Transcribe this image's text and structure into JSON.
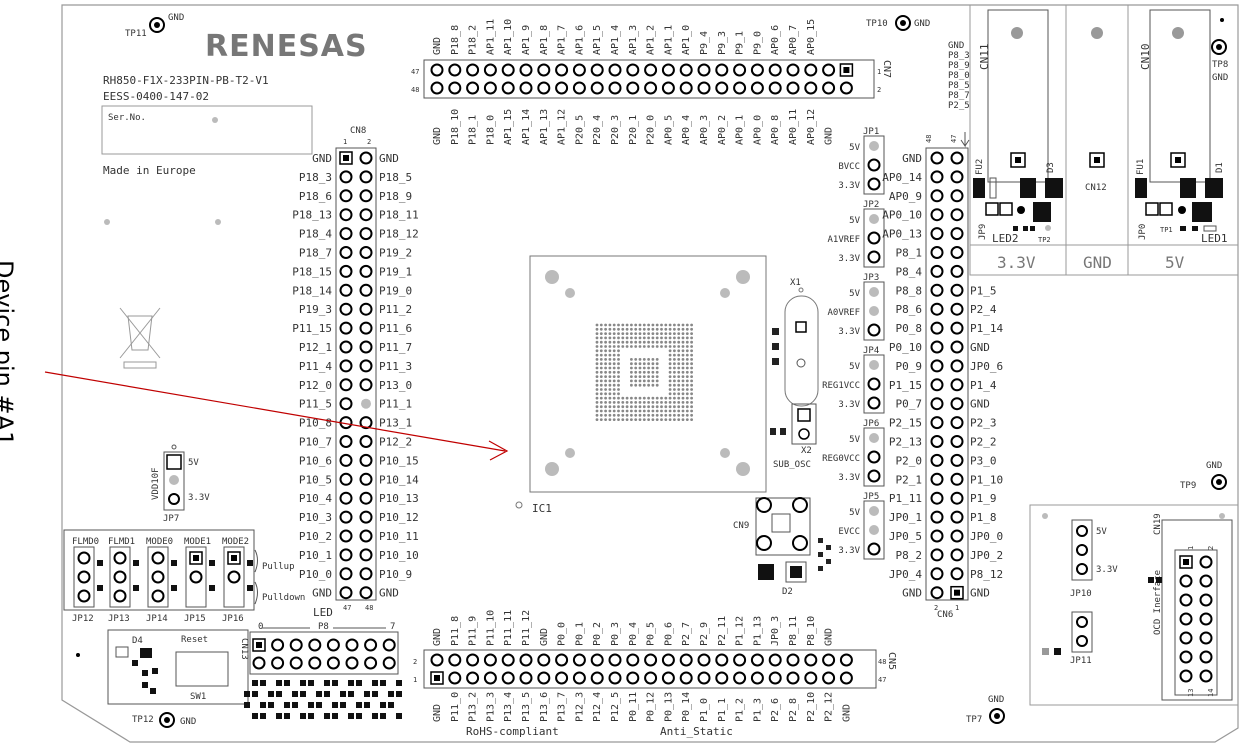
{
  "title": "",
  "brand": "RENESAS",
  "board_name": "RH850-F1X-233PIN-PB-T2-V1",
  "board_id": "EESS-0400-147-02",
  "serial_label": "Ser.No.",
  "made_in": "Made in Europe",
  "callout": "Device pin #A1",
  "ic_label": "IC1",
  "rohs": "RoHS-compliant",
  "anti_static": "Anti_Static",
  "gnd": "GND",
  "test_points": {
    "tp7": "TP7",
    "tp8": "TP8",
    "tp9": "TP9",
    "tp10": "TP10",
    "tp11": "TP11",
    "tp12": "TP12"
  },
  "cn7": {
    "name": "CN7",
    "top_labels": [
      "GND",
      "P18_8",
      "P18_2",
      "AP1_11",
      "AP1_10",
      "AP1_9",
      "AP1_8",
      "AP1_7",
      "AP1_6",
      "AP1_5",
      "AP1_4",
      "AP1_3",
      "AP1_2",
      "AP1_1",
      "AP1_0",
      "P9_4",
      "P9_3",
      "P9_1",
      "P9_0",
      "AP0_6",
      "AP0_7",
      "AP0_15"
    ],
    "bottom_labels": [
      "GND",
      "P18_10",
      "P18_1",
      "P18_0",
      "AP1_15",
      "AP1_14",
      "AP1_13",
      "AP1_12",
      "P20_5",
      "P20_4",
      "P20_3",
      "P20_1",
      "P20_0",
      "AP0_5",
      "AP0_4",
      "AP0_3",
      "AP0_2",
      "AP0_1",
      "AP0_0",
      "AP0_8",
      "AP0_11",
      "AP0_12",
      "GND"
    ],
    "pin_left_top": "47",
    "pin_left_bottom": "48",
    "pin_right_top": "1",
    "pin_right_bottom": "2"
  },
  "cn8": {
    "name": "CN8",
    "left": [
      "GND",
      "P18_3",
      "P18_6",
      "P18_13",
      "P18_4",
      "P18_7",
      "P18_15",
      "P18_14",
      "P19_3",
      "P11_15",
      "P12_1",
      "P11_4",
      "P12_0",
      "P11_5",
      "P10_8",
      "P10_7",
      "P10_6",
      "P10_5",
      "P10_4",
      "P10_3",
      "P10_2",
      "P10_1",
      "P10_0",
      "GND"
    ],
    "right": [
      "GND",
      "P18_5",
      "P18_9",
      "P18_11",
      "P18_12",
      "P19_2",
      "P19_1",
      "P19_0",
      "P11_2",
      "P11_6",
      "P11_7",
      "P11_3",
      "P13_0",
      "P11_1",
      "P13_1",
      "P12_2",
      "P10_15",
      "P10_14",
      "P10_13",
      "P10_12",
      "P10_11",
      "P10_10",
      "P10_9",
      "GND"
    ],
    "top_pins": [
      "1",
      "2"
    ],
    "bottom_pins": [
      "47",
      "48"
    ]
  },
  "cn6": {
    "name": "CN6",
    "left": [
      "GND",
      "AP0_14",
      "AP0_9",
      "AP0_10",
      "AP0_13",
      "P8_1",
      "P8_4",
      "P8_8",
      "P8_6",
      "P0_8",
      "P0_10",
      "P0_9",
      "P1_15",
      "P0_7",
      "P2_15",
      "P2_13",
      "P2_0",
      "P2_1",
      "P1_11",
      "JP0_1",
      "JP0_5",
      "P8_2",
      "JP0_4",
      "GND"
    ],
    "right": [
      "P1_5",
      "P2_4",
      "P1_14",
      "GND",
      "JP0_6",
      "P1_4",
      "GND",
      "P2_3",
      "P2_2",
      "P3_0",
      "P1_10",
      "P1_9",
      "P1_8",
      "JP0_0",
      "JP0_2",
      "P8_12",
      "GND"
    ],
    "top_right_labels": [
      "GND",
      "P8_3",
      "P8_9",
      "P8_0",
      "P8_5",
      "P8_7",
      "P2_5"
    ],
    "pin_a": "48",
    "pin_b": "47",
    "pin_c": "2",
    "pin_d": "1"
  },
  "cn5": {
    "name": "CN5",
    "top_labels": [
      "GND",
      "P11_8",
      "P11_9",
      "P11_10",
      "P11_11",
      "P11_12",
      "GND",
      "P0_0",
      "P0_1",
      "P0_2",
      "P0_3",
      "P0_4",
      "P0_5",
      "P0_6",
      "P2_7",
      "P2_9",
      "P2_11",
      "P1_12",
      "P1_13",
      "JP0_3",
      "P8_11",
      "P8_10",
      "GND"
    ],
    "bottom_labels": [
      "GND",
      "P11_0",
      "P13_2",
      "P13_3",
      "P13_4",
      "P13_5",
      "P13_6",
      "P13_7",
      "P12_3",
      "P12_4",
      "P12_5",
      "P0_11",
      "P0_12",
      "P0_13",
      "P0_14",
      "P1_0",
      "P1_1",
      "P1_2",
      "P1_3",
      "P2_6",
      "P2_8",
      "P2_10",
      "P2_12",
      "GND"
    ],
    "pin_top_left": "2",
    "pin_bottom_left": "1",
    "pin_top_right": "48",
    "pin_bottom_right": "47"
  },
  "jumpers": {
    "jp1": {
      "name": "JP1",
      "top": "5V",
      "mid": "BVCC",
      "bot": "3.3V"
    },
    "jp2": {
      "name": "JP2",
      "top": "5V",
      "mid": "A1VREF",
      "bot": "3.3V"
    },
    "jp3": {
      "name": "JP3",
      "top": "5V",
      "mid": "A0VREF",
      "bot": "3.3V"
    },
    "jp4": {
      "name": "JP4",
      "top": "5V",
      "mid": "REG1VCC",
      "bot": "3.3V"
    },
    "jp6": {
      "name": "JP6",
      "top": "5V",
      "mid": "REG0VCC",
      "bot": "3.3V"
    },
    "jp5": {
      "name": "JP5",
      "top": "5V",
      "mid": "EVCC",
      "bot": "3.3V"
    },
    "jp7": {
      "name": "JP7",
      "top": "5V",
      "mid": "VDD10F",
      "bot": "3.3V"
    },
    "jp10": {
      "name": "JP10",
      "top": "5V",
      "bot": "3.3V"
    },
    "jp11": {
      "name": "JP11"
    }
  },
  "mode_block": {
    "labels": [
      "FLMD0",
      "FLMD1",
      "MODE0",
      "MODE1",
      "MODE2"
    ],
    "jumpers": [
      "JP12",
      "JP13",
      "JP14",
      "JP15",
      "JP16"
    ],
    "pullup": "Pullup",
    "pulldown": "Pulldown"
  },
  "led_block": {
    "title": "LED",
    "range_start": "0",
    "port": "P8",
    "range_end": "7",
    "cn13": "CN13"
  },
  "reset": {
    "d4": "D4",
    "label": "Reset",
    "sw": "SW1"
  },
  "crystal": {
    "x1": "X1",
    "x2": "X2",
    "sub_osc": "SUB_OSC"
  },
  "cn9": "CN9",
  "d2": "D2",
  "power": {
    "cn11": "CN11",
    "cn10": "CN10",
    "cn12": "CN12",
    "fu1": "FU1",
    "fu2": "FU2",
    "d1": "D1",
    "d3": "D3",
    "led1": "LED1",
    "led2": "LED2",
    "tp1": "TP1",
    "tp2": "TP2",
    "jp0": "JP0",
    "jp9": "JP9",
    "v33": "3.3V",
    "gnd": "GND",
    "v5": "5V"
  },
  "ocd": {
    "cn19": "CN19",
    "label": "OCD Inerface",
    "pins": [
      "1",
      "2",
      "13",
      "14"
    ]
  }
}
